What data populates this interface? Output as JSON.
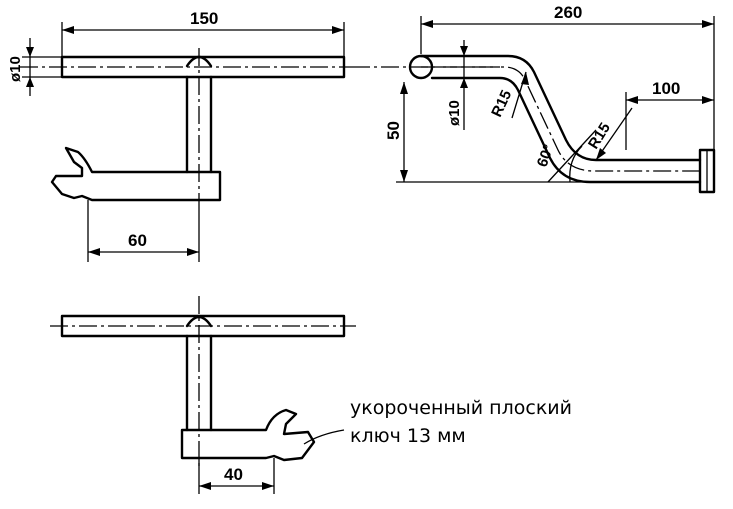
{
  "dimensions": {
    "crossbar_length": "150",
    "crossbar_diameter": "ø10",
    "wrench_offset_top": "60",
    "total_length": "260",
    "rod_diameter": "ø10",
    "bend_radius_1": "R15",
    "bend_radius_2": "R15",
    "height": "50",
    "angle": "60°",
    "end_length": "100",
    "wrench_offset_bottom": "40"
  },
  "annotation": {
    "line1": "укороченный плоский",
    "line2": "ключ 13 мм"
  }
}
